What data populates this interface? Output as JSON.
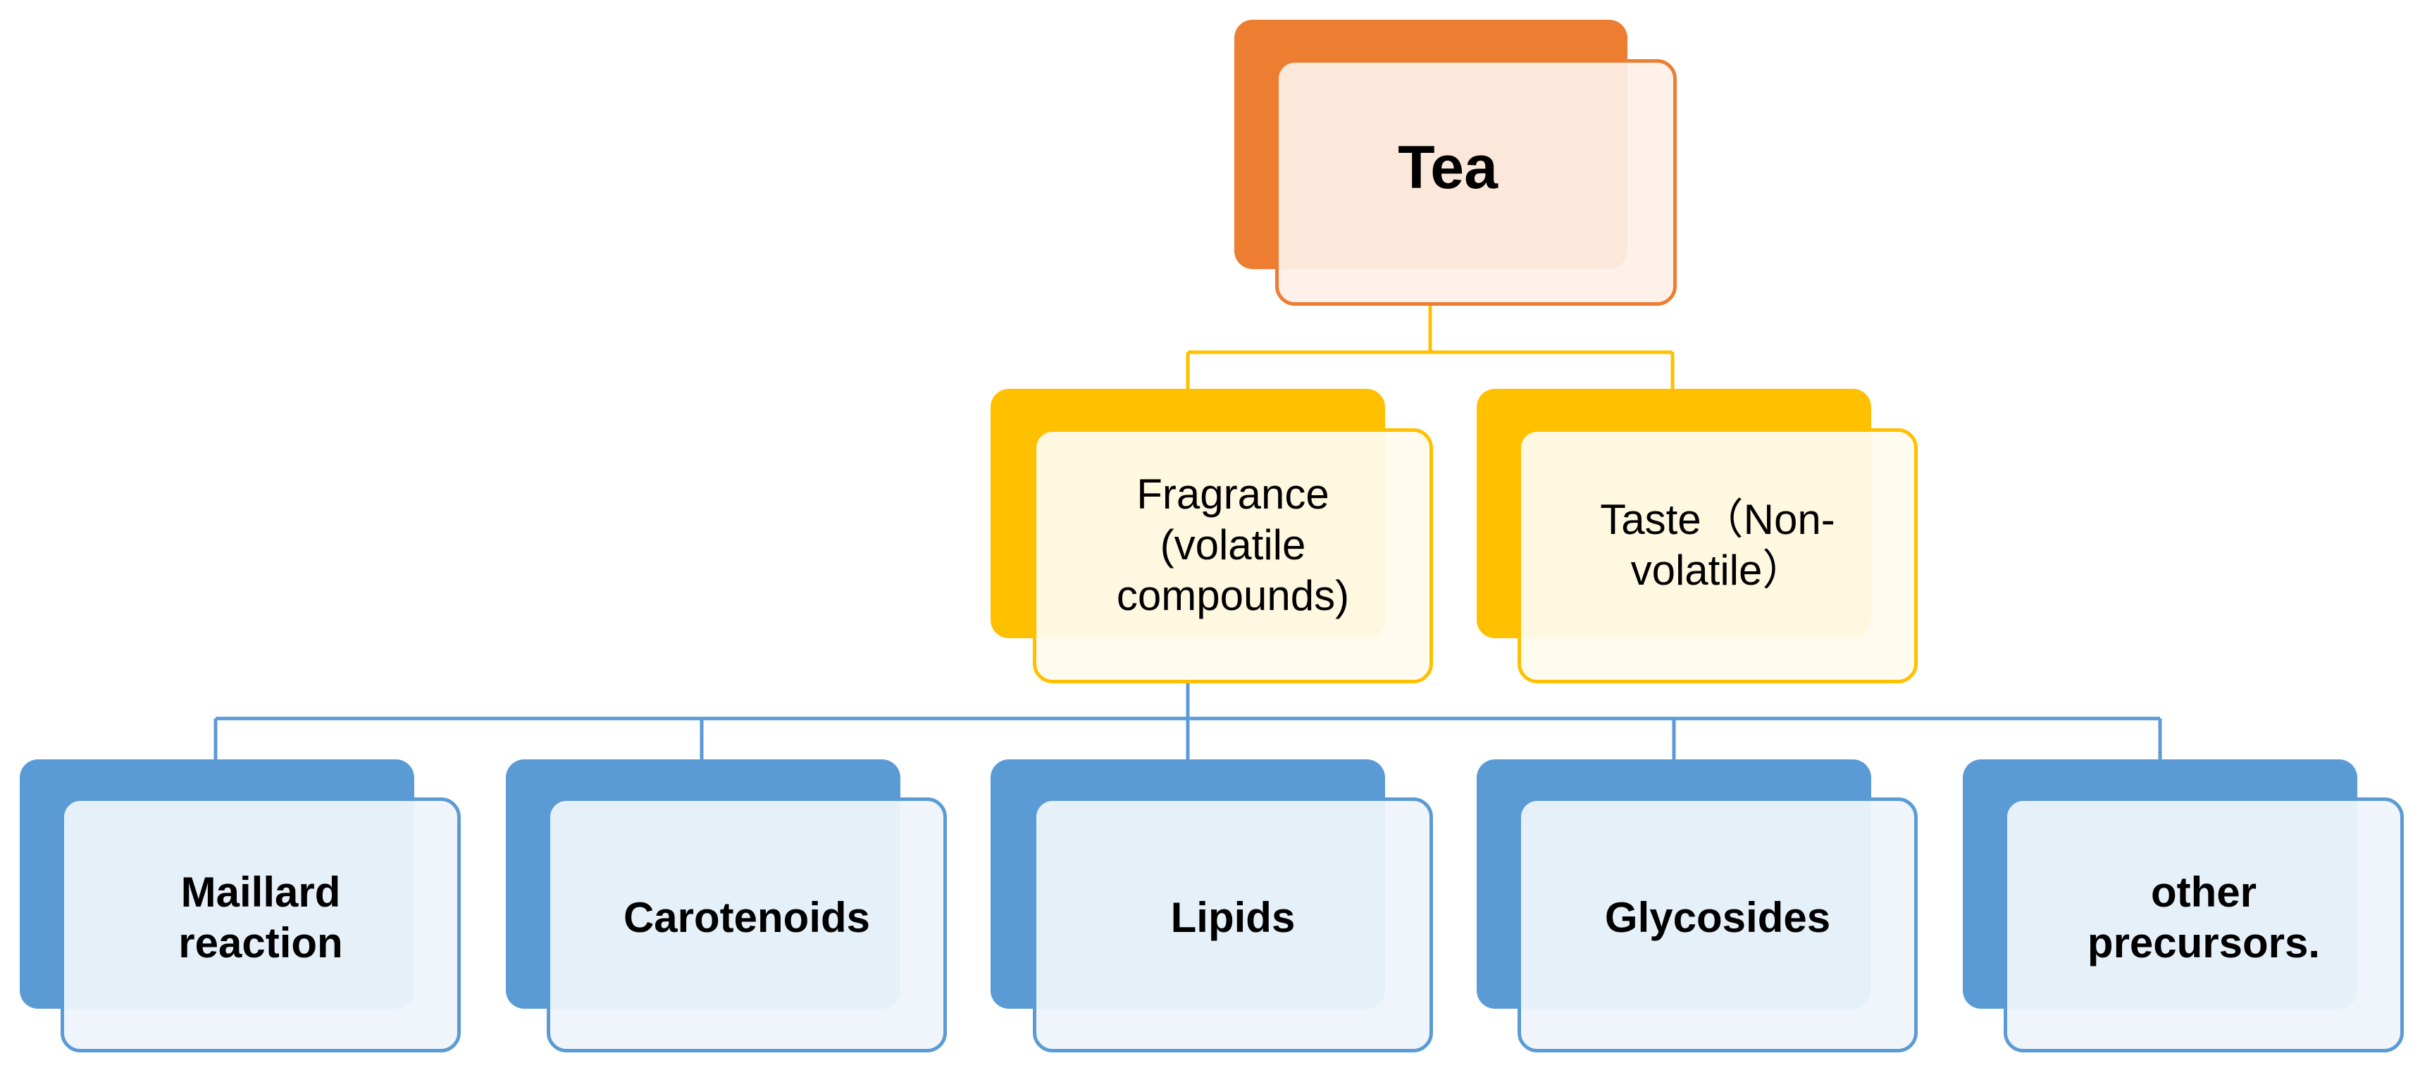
{
  "diagram": {
    "root": {
      "label": "Tea"
    },
    "categories": [
      {
        "label": "Fragrance\n(volatile\ncompounds)"
      },
      {
        "label": "Taste（Non-\nvolatile）"
      }
    ],
    "precursors": [
      {
        "label": "Maillard\nreaction"
      },
      {
        "label": "Carotenoids"
      },
      {
        "label": "Lipids"
      },
      {
        "label": "Glycosides"
      },
      {
        "label": "other\nprecursors."
      }
    ]
  },
  "colors": {
    "root": "#ed7d31",
    "category": "#ffc000",
    "precursor": "#5b9bd5"
  }
}
